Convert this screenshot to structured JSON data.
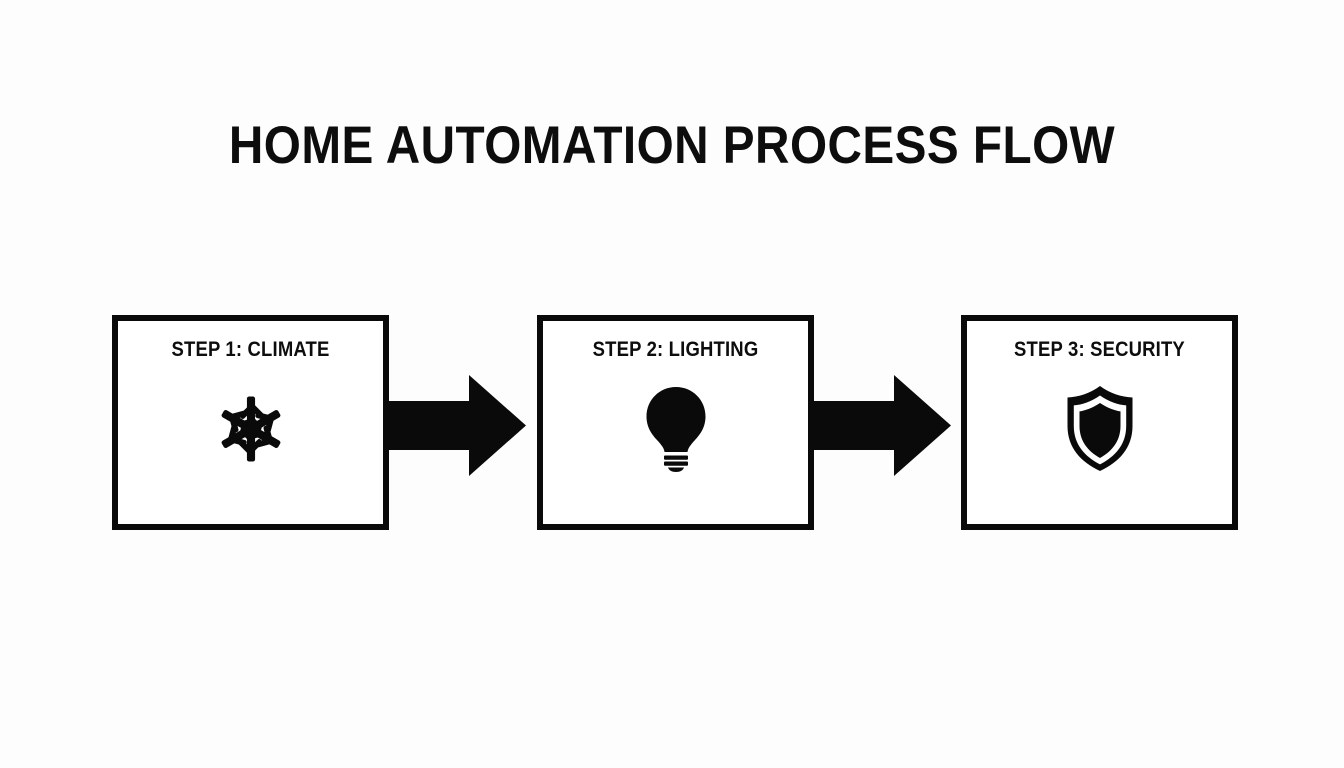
{
  "slide": {
    "title": "HOME AUTOMATION PROCESS FLOW",
    "background_color": "#fdfdfd",
    "ink_color": "#0a0a0a"
  },
  "flow": {
    "steps": [
      {
        "label": "STEP 1: CLIMATE",
        "icon": "snowflake-icon",
        "step_number": "1",
        "name": "Climate"
      },
      {
        "label": "STEP 2: LIGHTING",
        "icon": "lightbulb-icon",
        "step_number": "2",
        "name": "Lighting"
      },
      {
        "label": "STEP 3: SECURITY",
        "icon": "shield-icon",
        "step_number": "3",
        "name": "Security"
      }
    ],
    "connectors": [
      {
        "icon": "arrow-right-icon",
        "from": "STEP 1: CLIMATE",
        "to": "STEP 2: LIGHTING"
      },
      {
        "icon": "arrow-right-icon",
        "from": "STEP 2: LIGHTING",
        "to": "STEP 3: SECURITY"
      }
    ]
  }
}
